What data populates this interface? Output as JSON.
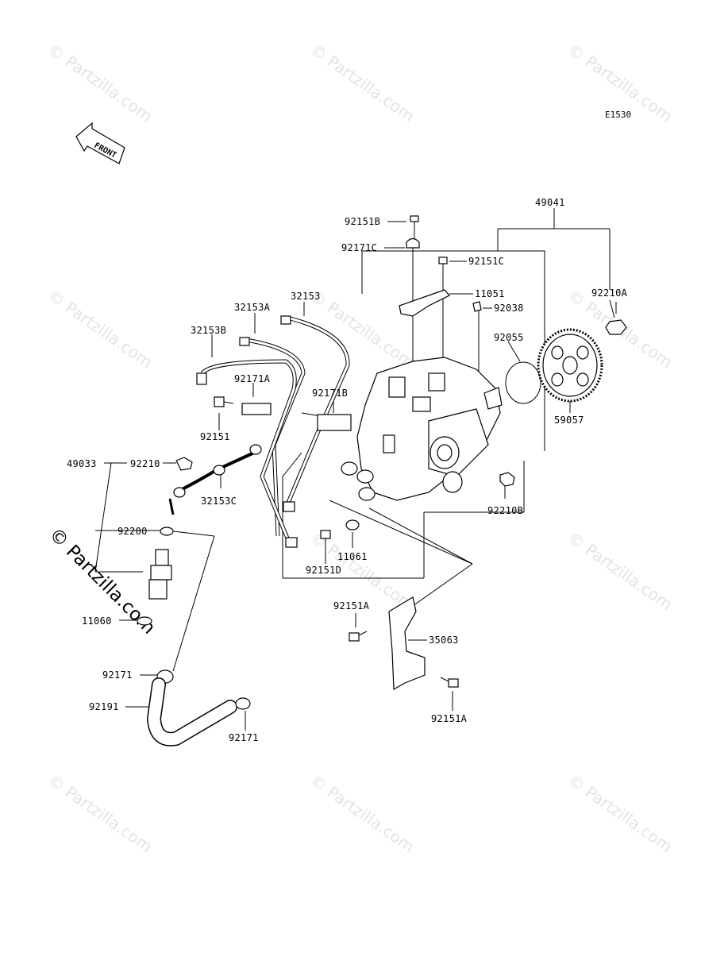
{
  "diagram": {
    "code": "E1530",
    "front_label": "FRONT",
    "watermark": "© Partzilla.com",
    "watermark_side": "© Partzilla.com",
    "labels": {
      "p49041": "49041",
      "p92151B": "92151B",
      "p92171C": "92171C",
      "p92151C": "92151C",
      "p11051": "11051",
      "p92038": "92038",
      "p92210A": "92210A",
      "p92055": "92055",
      "p59057": "59057",
      "p32153": "32153",
      "p32153A": "32153A",
      "p32153B": "32153B",
      "p92171A": "92171A",
      "p92171B": "92171B",
      "p92151": "92151",
      "p49033": "49033",
      "p92210": "92210",
      "p32153C": "32153C",
      "p92200": "92200",
      "p11060": "11060",
      "p92171_top": "92171",
      "p92191": "92191",
      "p92171_bottom": "92171",
      "p92210B": "92210B",
      "p11061": "11061",
      "p92151D": "92151D",
      "p92151A_top": "92151A",
      "p35063": "35063",
      "p92151A_bottom": "92151A"
    }
  }
}
